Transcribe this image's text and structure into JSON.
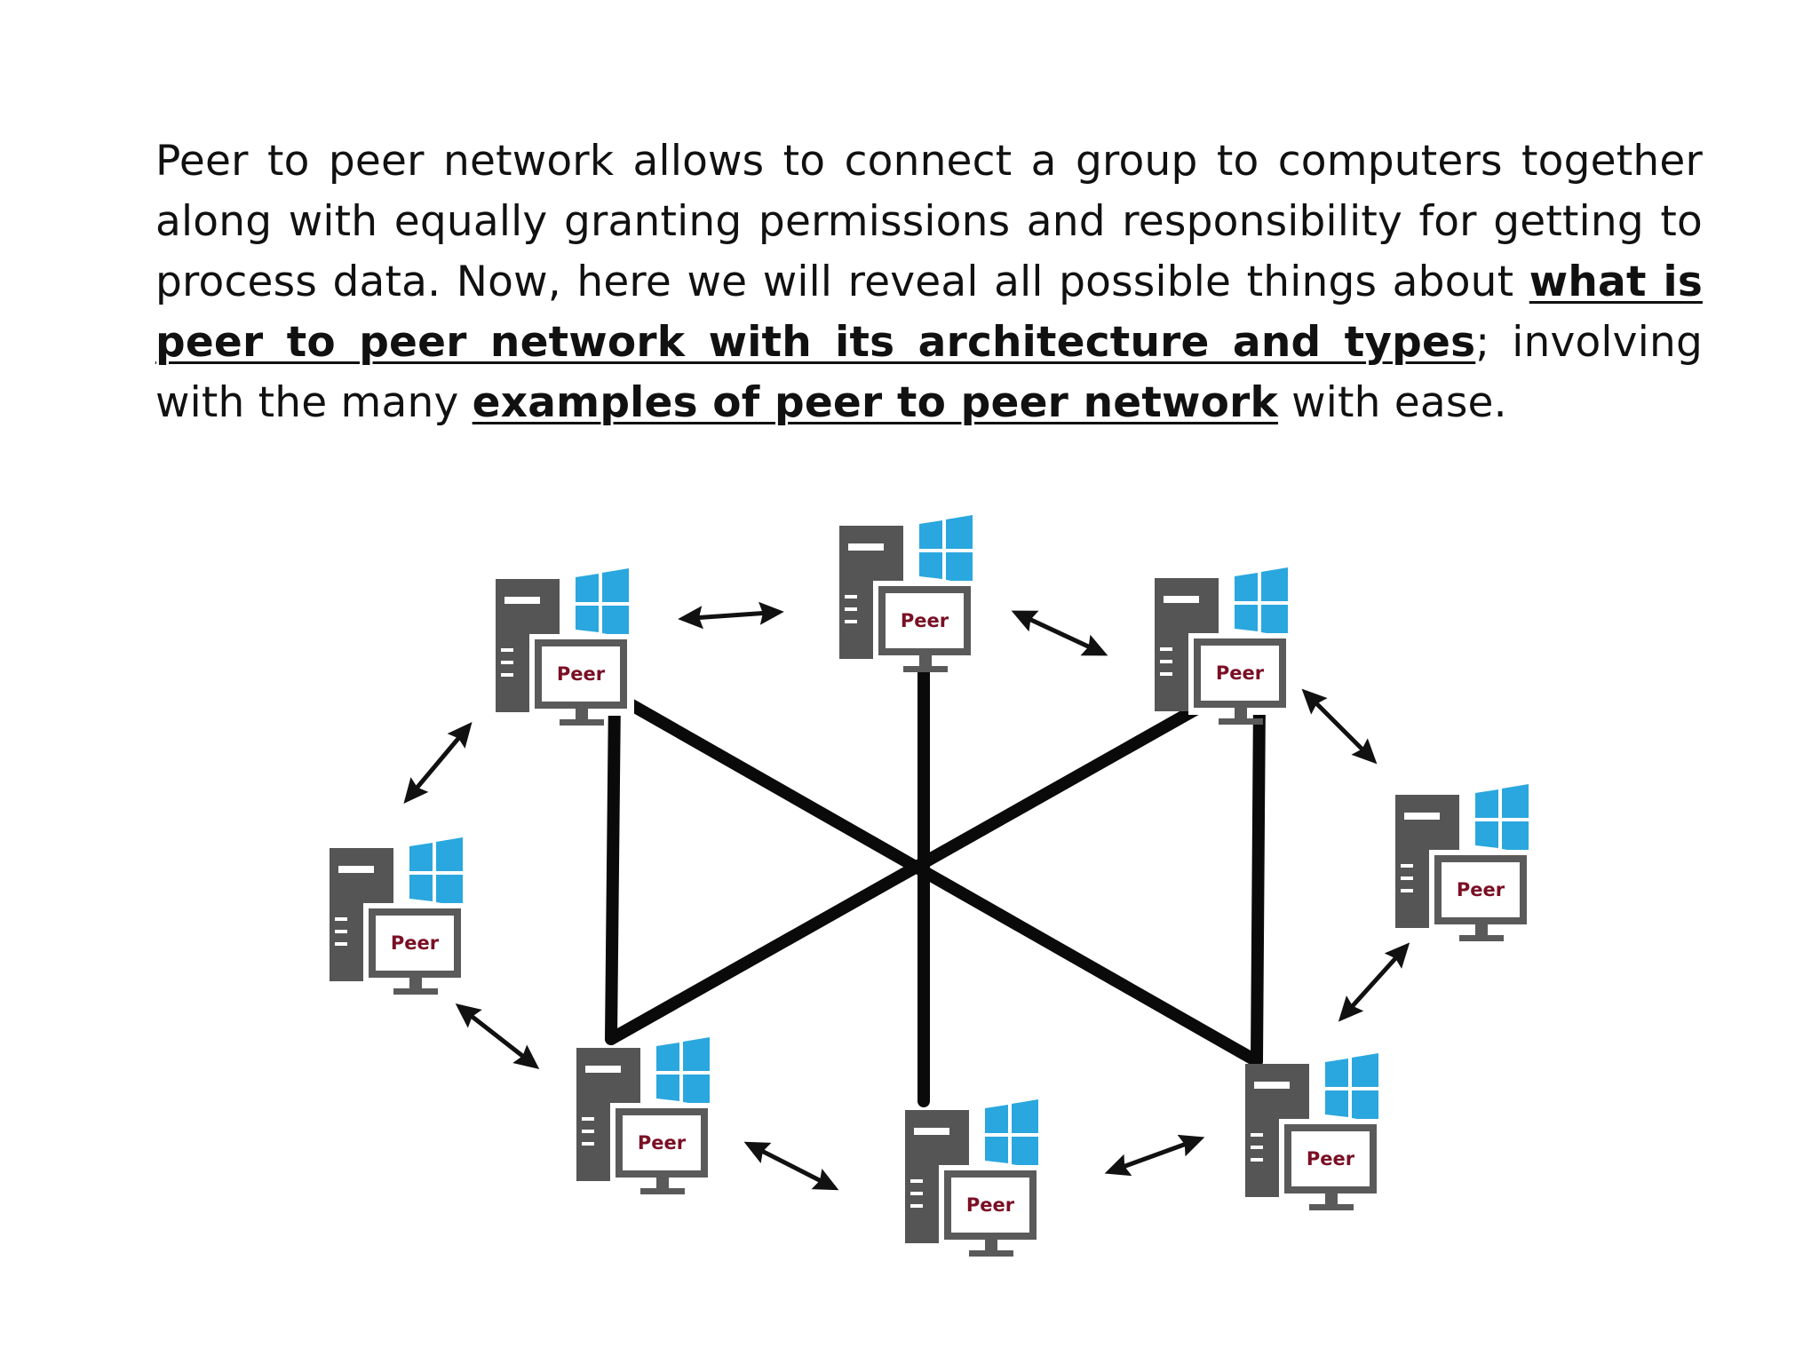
{
  "paragraph": {
    "part1": "Peer to peer network allows to connect a group to computers together along with equally granting permissions and responsibility for getting to process data. Now, here we will reveal all possible things about ",
    "link1": "what is peer to peer network with its architecture and types",
    "part2": "; involving with the many ",
    "link2": "examples of peer to peer network",
    "part3": " with ease."
  },
  "diagram": {
    "node_label": "Peer",
    "icons": {
      "computer": "computer-tower-icon",
      "os_logo": "windows-logo-icon",
      "link": "double-headed-arrow-icon"
    },
    "colors": {
      "tower": "#555555",
      "monitor": "#5a5a5a",
      "windows_logo": "#2aa7de",
      "label": "#7a0f25",
      "line": "#0a0a0a"
    },
    "nodes": [
      {
        "id": "peer-top-left",
        "label": "Peer"
      },
      {
        "id": "peer-top-center",
        "label": "Peer"
      },
      {
        "id": "peer-top-right",
        "label": "Peer"
      },
      {
        "id": "peer-mid-left",
        "label": "Peer"
      },
      {
        "id": "peer-mid-right",
        "label": "Peer"
      },
      {
        "id": "peer-bottom-left",
        "label": "Peer"
      },
      {
        "id": "peer-bottom-center",
        "label": "Peer"
      },
      {
        "id": "peer-bottom-right",
        "label": "Peer"
      }
    ]
  }
}
